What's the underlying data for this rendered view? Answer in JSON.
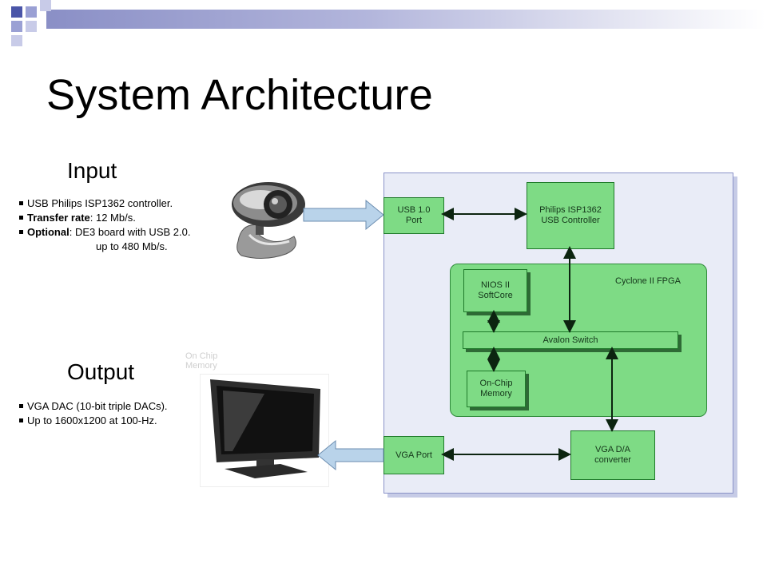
{
  "slide": {
    "title": "System Architecture",
    "input": {
      "heading": "Input",
      "image_icon": "webcam-icon",
      "bullets": [
        {
          "bold": "",
          "text": "USB Philips ISP1362 controller."
        },
        {
          "bold": "Transfer rate",
          "text": ": 12 Mb/s."
        },
        {
          "bold": "Optional",
          "text": ": DE3 board with USB 2.0."
        },
        {
          "bold": "",
          "text": "up to 480 Mb/s."
        }
      ]
    },
    "output": {
      "heading": "Output",
      "image_icon": "monitor-icon",
      "bullets": [
        {
          "bold": "",
          "text": "VGA DAC (10-bit triple DACs)."
        },
        {
          "bold": "",
          "text": "Up to 1600x1200 at 100-Hz."
        }
      ]
    },
    "ghost_label": [
      "On Chip",
      "Memory"
    ]
  },
  "diagram": {
    "blocks": {
      "usb_port": [
        "USB 1.0",
        "Port"
      ],
      "usb_controller": [
        "Philips ISP1362",
        "USB Controller"
      ],
      "fpga": "Cyclone II FPGA",
      "nios": [
        "NIOS II",
        "SoftCore"
      ],
      "avalon": "Avalon Switch",
      "onchip": [
        "On-Chip",
        "Memory"
      ],
      "vga_port": "VGA Port",
      "vga_dac": [
        "VGA D/A",
        "converter"
      ]
    }
  },
  "colors": {
    "block_fill": "#7edb85",
    "panel_fill": "#e9ecf7",
    "arrow_fill": "#b9d3ea",
    "header_gradient": "#8a8fc6"
  }
}
